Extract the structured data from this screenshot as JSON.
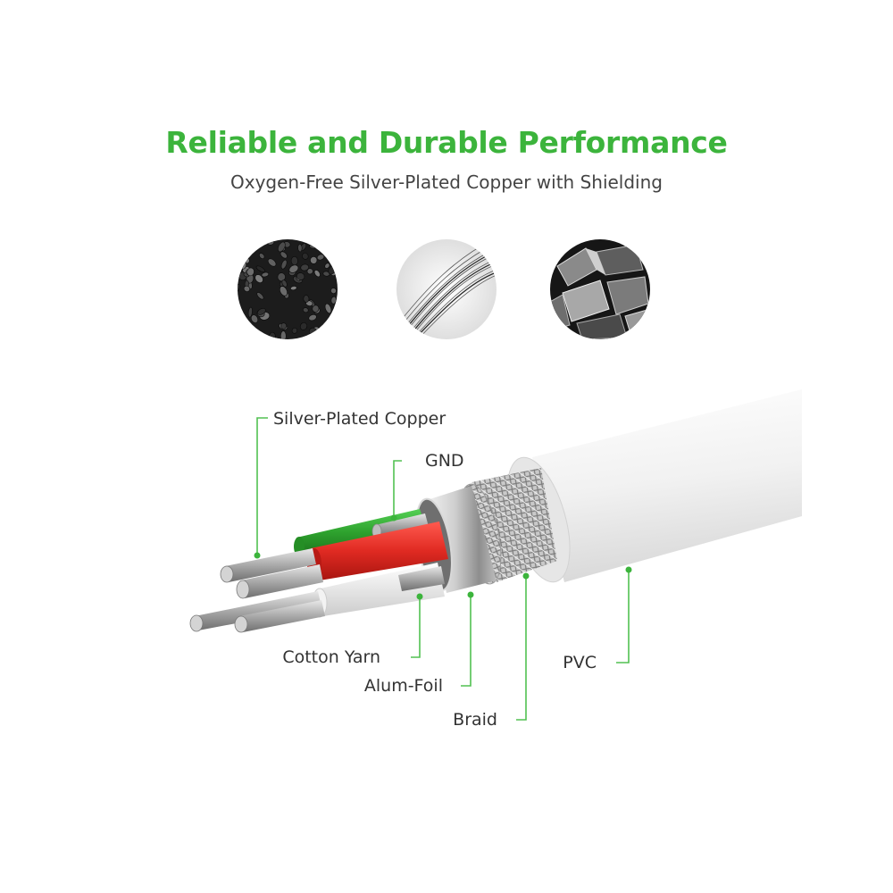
{
  "header": {
    "title": "Reliable and Durable Performance",
    "subtitle": "Oxygen-Free Silver-Plated Copper with Shielding"
  },
  "icons": [
    "pellets-icon",
    "wire-coil-icon",
    "metal-shards-icon"
  ],
  "labels": {
    "copper": "Silver-Plated Copper",
    "gnd": "GND",
    "cotton": "Cotton Yarn",
    "foil": "Alum-Foil",
    "braid": "Braid",
    "pvc": "PVC"
  },
  "colors": {
    "accent": "#3cb43c",
    "callout_line": "#52c152",
    "red_wire": "#e02a22",
    "green_wire": "#2ea22e",
    "text": "#333333"
  }
}
